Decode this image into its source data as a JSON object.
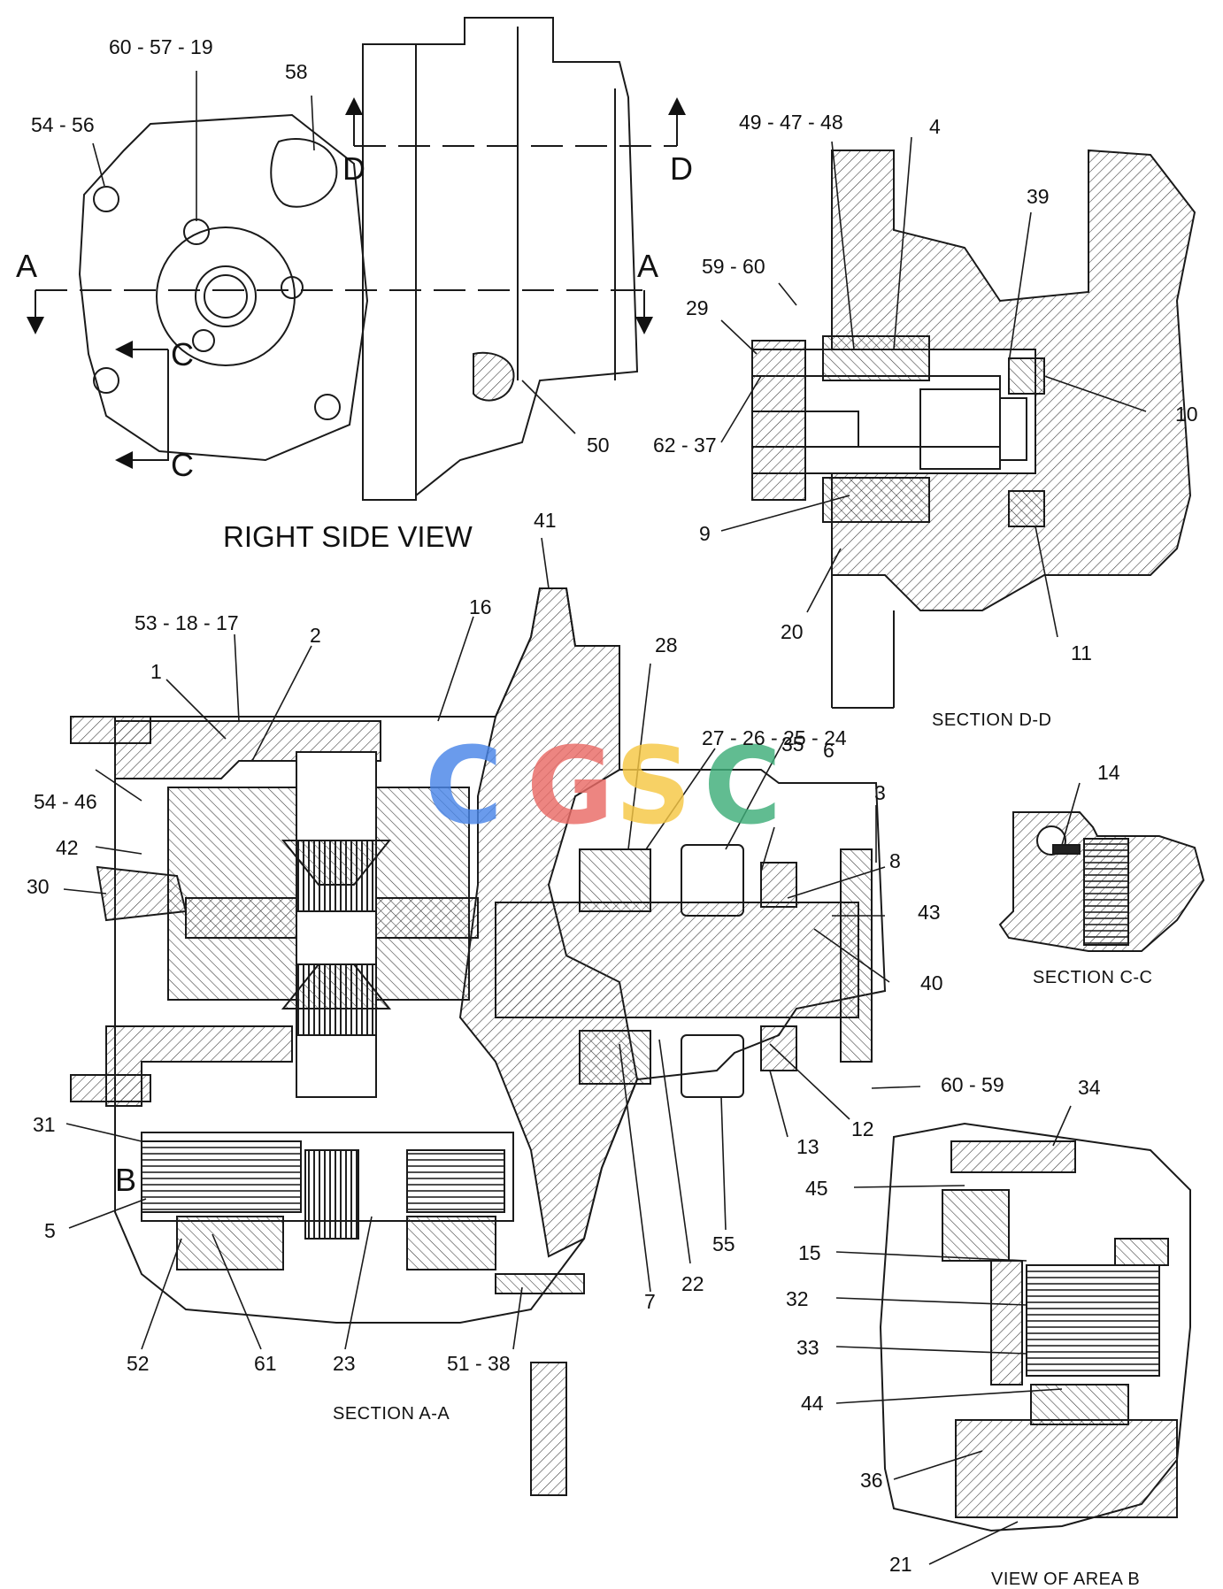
{
  "views": {
    "right_side": "RIGHT SIDE VIEW",
    "section_aa": "SECTION A-A",
    "section_dd": "SECTION D-D",
    "section_cc": "SECTION C-C",
    "area_b": "VIEW OF AREA B"
  },
  "cut_marks": {
    "a": "A",
    "c": "C",
    "d": "D",
    "b": "B"
  },
  "watermark": {
    "letters": [
      "C",
      "G",
      "S",
      "C"
    ],
    "colors": [
      "#4a86e8",
      "#ea6b66",
      "#f6c744",
      "#3fae7a"
    ]
  },
  "callouts": [
    "60 - 57 - 19",
    "58",
    "54 - 56",
    "49 - 47 - 48",
    "4",
    "39",
    "59 - 60",
    "29",
    "10",
    "62 - 37",
    "50",
    "9",
    "20",
    "11",
    "41",
    "16",
    "53 - 18 - 17",
    "2",
    "1",
    "28",
    "27 - 26 - 25 - 24",
    "35",
    "6",
    "3",
    "54 - 46",
    "42",
    "30",
    "8",
    "43",
    "40",
    "14",
    "60 - 59",
    "34",
    "31",
    "13",
    "12",
    "B",
    "5",
    "55",
    "22",
    "7",
    "45",
    "15",
    "32",
    "33",
    "52",
    "61",
    "23",
    "51 - 38",
    "44",
    "36",
    "21"
  ],
  "colors": {
    "line": "#1a1a1a",
    "hatch": "#333333",
    "paper": "#ffffff"
  }
}
